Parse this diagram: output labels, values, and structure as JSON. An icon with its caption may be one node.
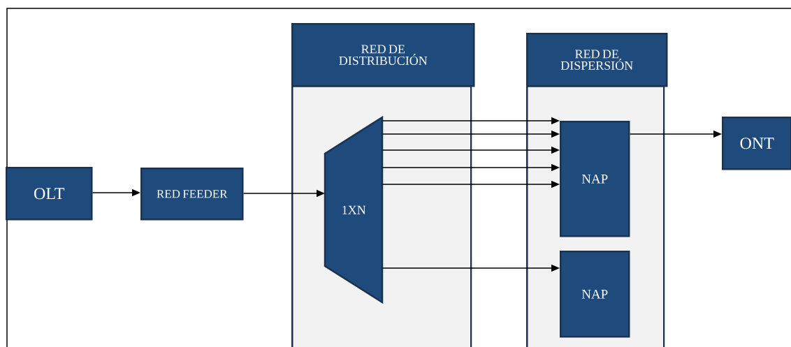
{
  "diagram": {
    "nodes": [
      {
        "text": [
          "OLT"
        ]
      },
      {
        "text": [
          "RED FEEDER"
        ]
      },
      {
        "text": [
          "RED DE DISTRIBUCIÓN"
        ]
      },
      {
        "text": [
          "1XN"
        ],
        "in": 2
      },
      {
        "text": [
          "RED DE DISPERSIÓN"
        ]
      },
      {
        "text": [
          "NAP"
        ],
        "in": 4
      },
      {
        "text": [
          "NAP"
        ],
        "in": 4
      },
      {
        "text": [
          "ONT"
        ]
      }
    ],
    "edges": [
      {
        "from": 0,
        "to": 1,
        "arrow": "to"
      },
      {
        "from": 1,
        "to": 3,
        "arrow": "to"
      },
      {
        "from": 3,
        "to": 5,
        "arrow": "to"
      },
      {
        "from": 3,
        "to": 5,
        "arrow": "to"
      },
      {
        "from": 3,
        "to": 5,
        "arrow": "to"
      },
      {
        "from": 3,
        "to": 5,
        "arrow": "to"
      },
      {
        "from": 3,
        "to": 5,
        "arrow": "to"
      },
      {
        "from": 3,
        "to": 6,
        "arrow": "to"
      },
      {
        "from": 5,
        "to": 7,
        "arrow": "to"
      }
    ]
  }
}
